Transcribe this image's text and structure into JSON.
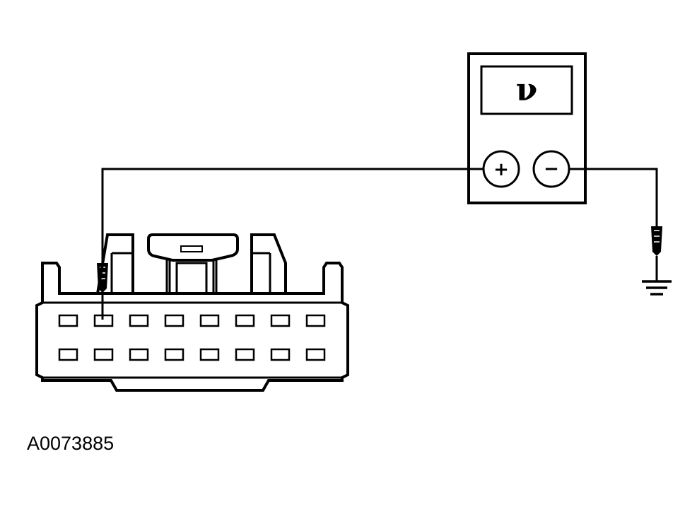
{
  "meter": {
    "display_symbol": "ν",
    "positive_terminal_label": "+",
    "negative_terminal_label": "−"
  },
  "connector": {
    "pin_rows": 2,
    "pins_per_row": 8,
    "probed_pin": {
      "row": 1,
      "column": 2
    }
  },
  "figure_id": "A0073885"
}
